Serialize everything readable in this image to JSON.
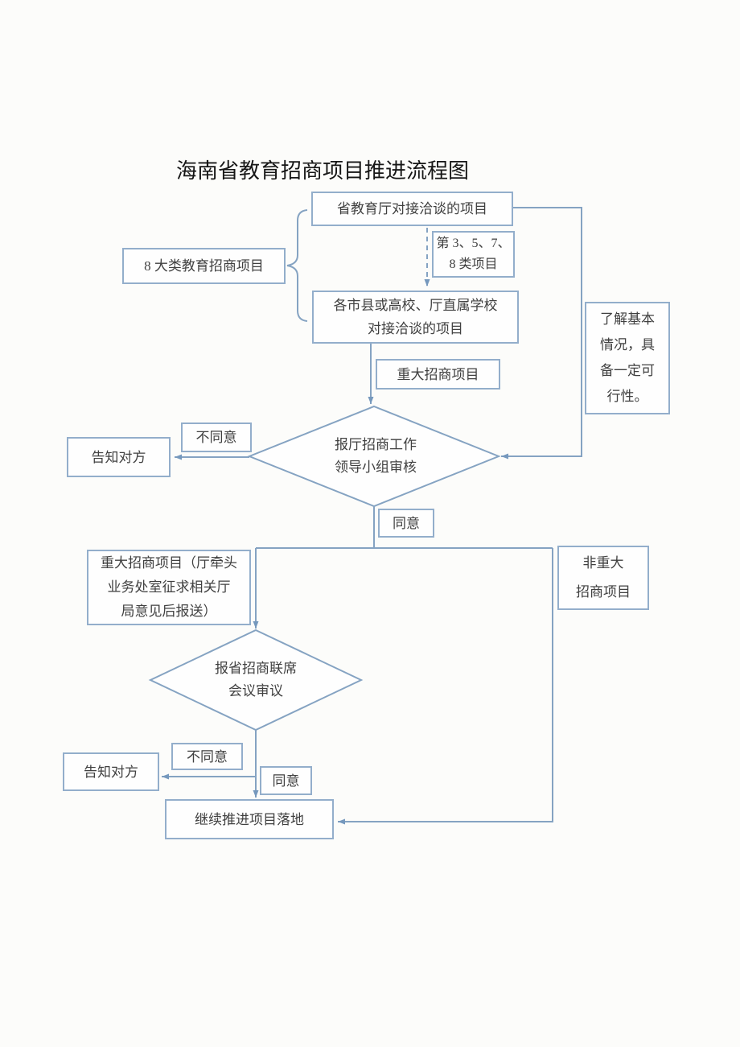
{
  "title": "海南省教育招商项目推进流程图",
  "colors": {
    "box_border": "#93aecb",
    "connector_stroke": "#85a3c2",
    "arrowhead": "#7598bd",
    "text": "#404040",
    "background": "#fcfcfa"
  },
  "flowchart": {
    "nodes": {
      "provincial_projects": "省教育厅对接洽谈的项目",
      "eight_categories": "8 大类教育招商项目",
      "categories_3578": "第 3、5、7、\n8 类项目",
      "city_school_projects": "各市县或高校、厅直属学校\n对接洽谈的项目",
      "major_project_label": "重大招商项目",
      "feasibility_note": "了解基本\n情况，具\n备一定可\n行性。",
      "dept_review_decision": "报厅招商工作\n领导小组审核",
      "disagree_1": "不同意",
      "notify_other_party_1": "告知对方",
      "agree_1": "同意",
      "major_project_submission": "重大招商项目（厅牵头\n业务处室征求相关厅\n局意见后报送）",
      "non_major_project": "非重大\n招商项目",
      "joint_meeting_decision": "报省招商联席\n会议审议",
      "disagree_2": "不同意",
      "notify_other_party_2": "告知对方",
      "agree_2": "同意",
      "proceed_landing": "继续推进项目落地"
    }
  }
}
